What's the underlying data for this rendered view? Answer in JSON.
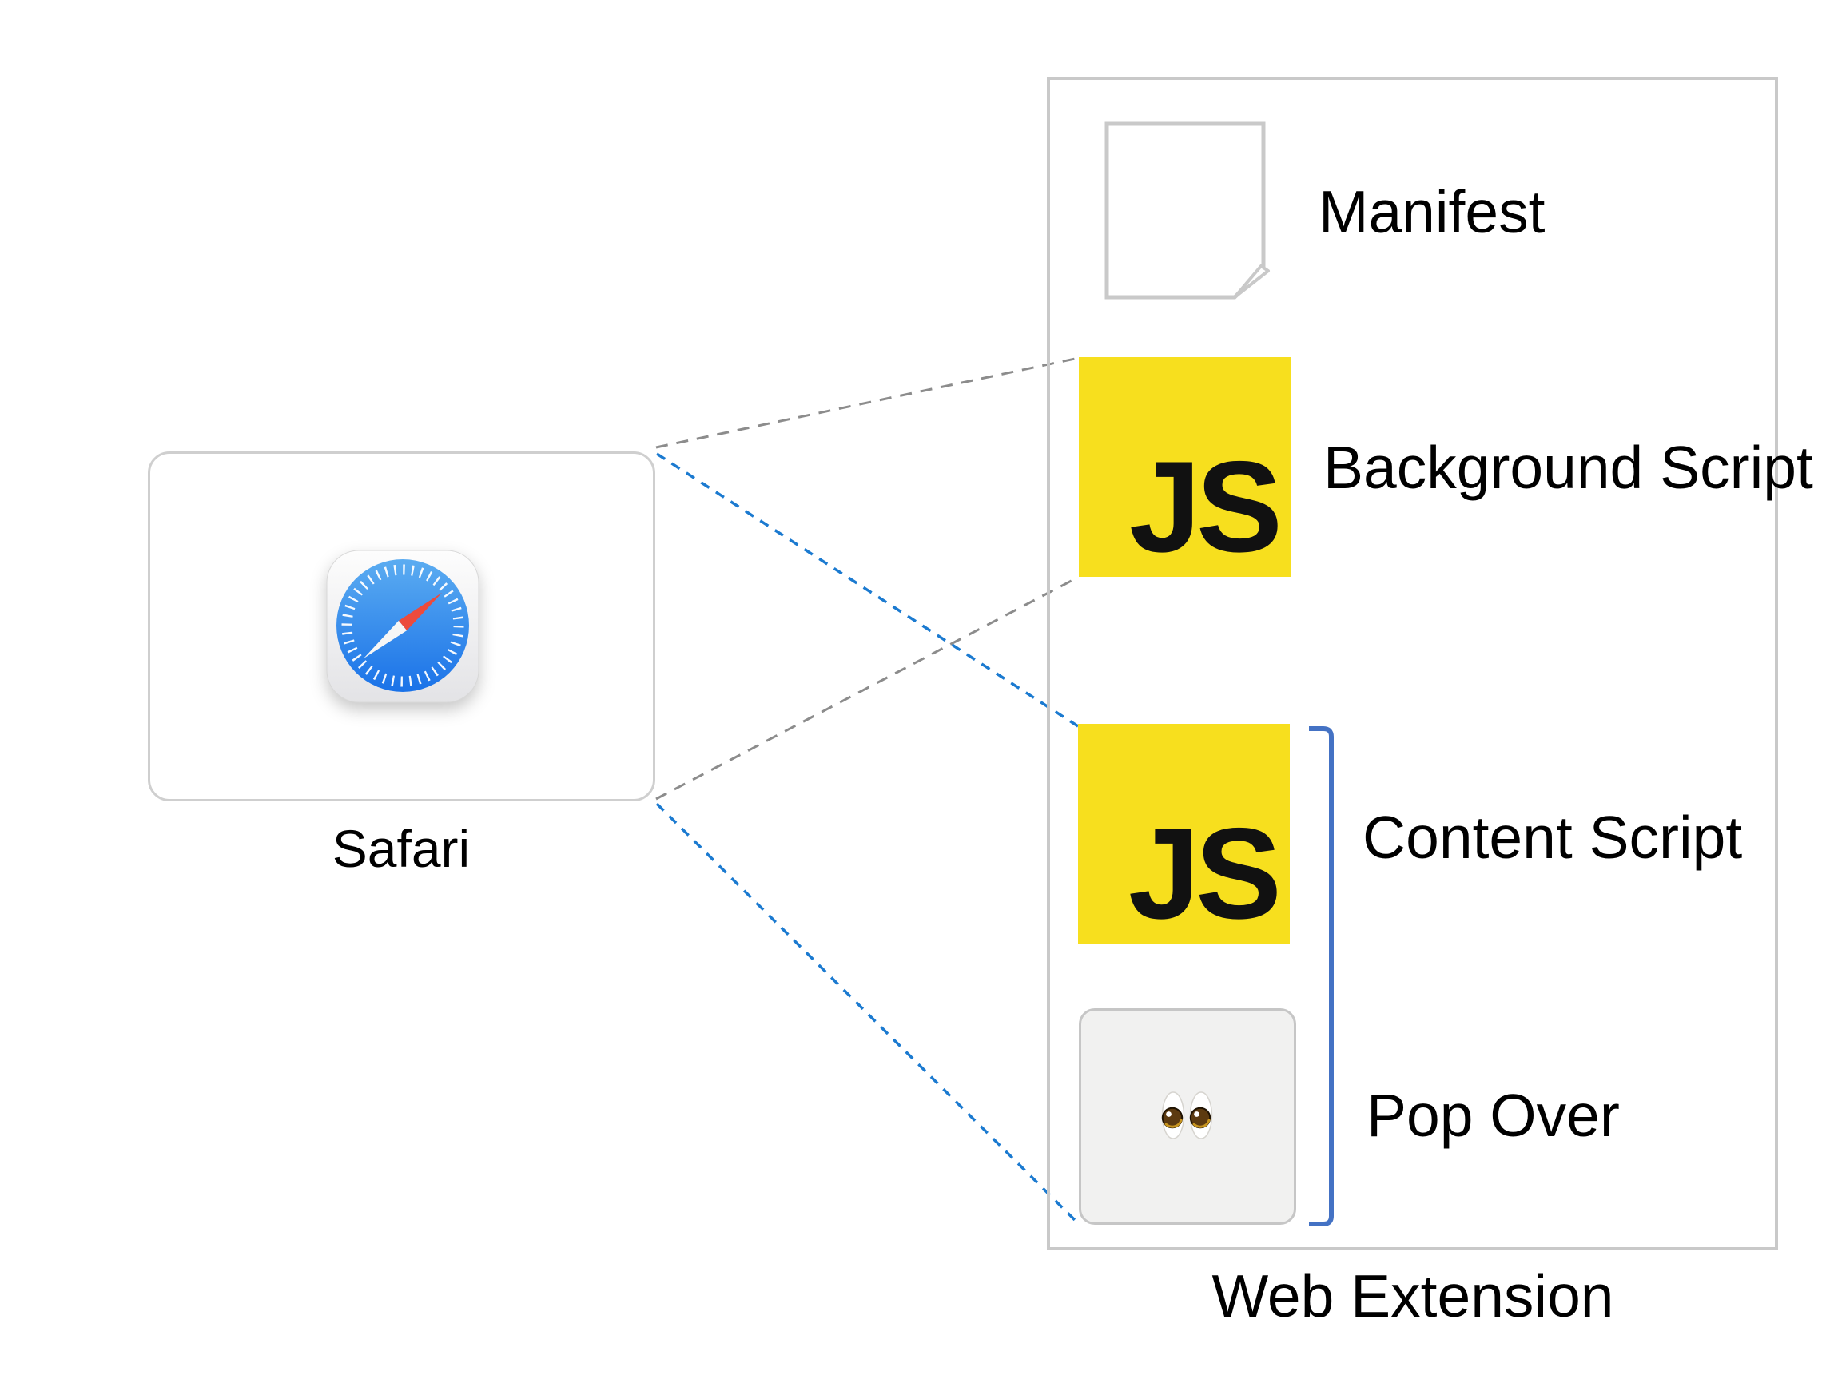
{
  "safari": {
    "label": "Safari"
  },
  "web_extension": {
    "label": "Web Extension",
    "items": [
      {
        "id": "manifest",
        "label": "Manifest",
        "icon": "document-icon"
      },
      {
        "id": "background_script",
        "label": "Background Script",
        "icon": "js-icon",
        "badge": "JS"
      },
      {
        "id": "content_script",
        "label": "Content Script",
        "icon": "js-icon",
        "badge": "JS"
      },
      {
        "id": "pop_over",
        "label": "Pop Over",
        "icon": "eyes-icon"
      }
    ]
  },
  "connections": [
    {
      "from": "safari",
      "to": "background_script",
      "style": "dashed",
      "color_role": "gray"
    },
    {
      "from": "safari",
      "to": "background_script",
      "style": "dashed",
      "color_role": "gray"
    },
    {
      "from": "safari",
      "to": "content_script",
      "style": "dashed",
      "color_role": "blue"
    },
    {
      "from": "safari",
      "to": "pop_over",
      "style": "dashed",
      "color_role": "blue"
    }
  ],
  "colors": {
    "js_yellow": "#f7df1e",
    "js_text": "#111111",
    "bracket_blue": "#4472c4",
    "connector_blue": "#1b7ad0",
    "connector_gray": "#8c8c8c",
    "box_border_gray": "#c9c9c9"
  }
}
